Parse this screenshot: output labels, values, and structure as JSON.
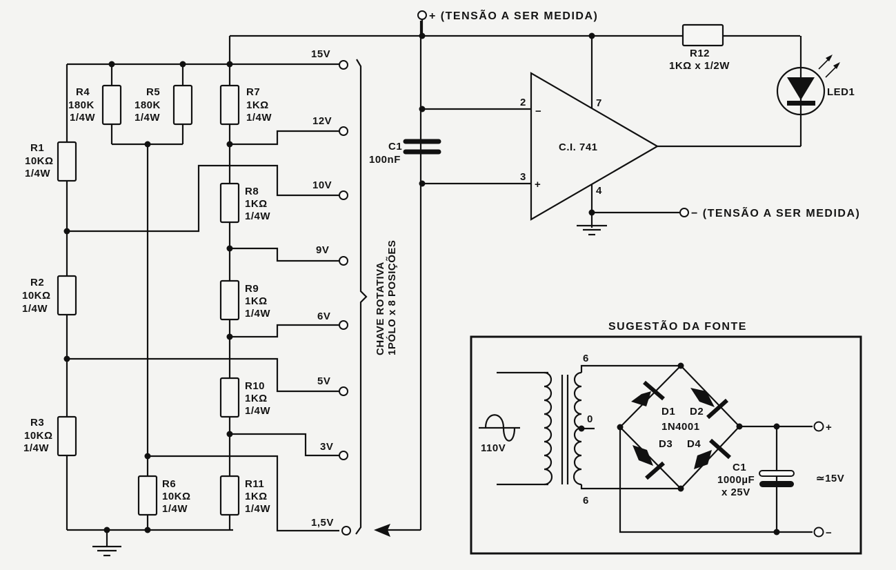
{
  "title": "Medidor de tensão com LED (voltímetro por comparação)",
  "colors": {
    "ink": "#111111",
    "paper": "#f4f4f2"
  },
  "resistors": {
    "R1": {
      "name": "R1",
      "value": "10KΩ",
      "power": "1/4W"
    },
    "R2": {
      "name": "R2",
      "value": "10KΩ",
      "power": "1/4W"
    },
    "R3": {
      "name": "R3",
      "value": "10KΩ",
      "power": "1/4W"
    },
    "R4": {
      "name": "R4",
      "value": "180K",
      "power": "1/4W"
    },
    "R5": {
      "name": "R5",
      "value": "180K",
      "power": "1/4W"
    },
    "R6": {
      "name": "R6",
      "value": "10KΩ",
      "power": "1/4W"
    },
    "R7": {
      "name": "R7",
      "value": "1KΩ",
      "power": "1/4W"
    },
    "R8": {
      "name": "R8",
      "value": "1KΩ",
      "power": "1/4W"
    },
    "R9": {
      "name": "R9",
      "value": "1KΩ",
      "power": "1/4W"
    },
    "R10": {
      "name": "R10",
      "value": "1KΩ",
      "power": "1/4W"
    },
    "R11": {
      "name": "R11",
      "value": "1KΩ",
      "power": "1/4W"
    },
    "R12": {
      "name": "R12",
      "value": "1KΩ x 1/2W"
    }
  },
  "switch_taps": [
    "15V",
    "12V",
    "10V",
    "9V",
    "6V",
    "5V",
    "3V",
    "1,5V"
  ],
  "switch_label": {
    "line1": "CHAVE ROTATIVA",
    "line2": "1PÓLO x 8 POSIÇÕES"
  },
  "capacitor_c1": {
    "name": "C1",
    "value": "100nF"
  },
  "opamp": {
    "name": "C.I. 741",
    "pin_inv": "2",
    "pin_noninv": "3",
    "pin_vplus": "7",
    "pin_vminus": "4",
    "sign_inv": "−",
    "sign_noninv": "+"
  },
  "led": {
    "name": "LED1"
  },
  "input_plus": "+ (TENSÃO A SER MEDIDA)",
  "input_minus": "− (TENSÃO A SER MEDIDA)",
  "power_supply": {
    "title": "SUGESTÃO DA FONTE",
    "mains": "110V",
    "secondary_top": "6",
    "secondary_center": "0",
    "secondary_bottom": "6",
    "diodes": [
      "D1",
      "D2",
      "D3",
      "D4"
    ],
    "diode_type": "1N4001",
    "capacitor": {
      "name": "C1",
      "value": "1000µF",
      "voltage": "x 25V"
    },
    "output_plus": "+",
    "output_minus": "−",
    "output_voltage": "≃15V"
  }
}
